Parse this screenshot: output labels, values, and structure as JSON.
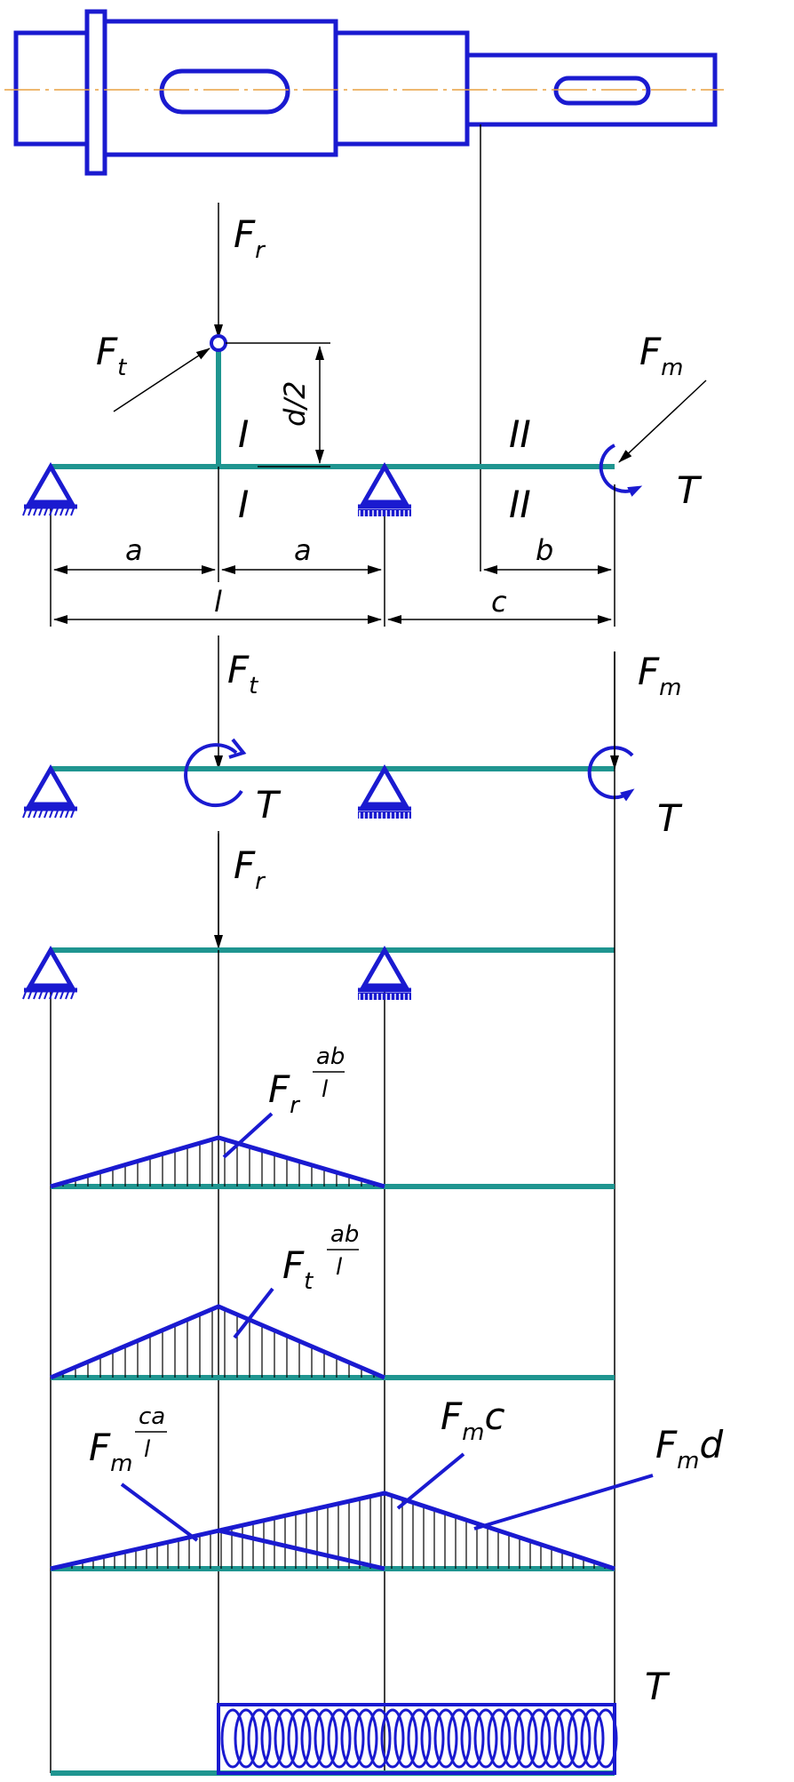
{
  "colors": {
    "outline": "#1a1ad0",
    "beam": "#1f9590",
    "dim": "#000000",
    "centerline": "#e8a040",
    "background": "#ffffff"
  },
  "labels": {
    "fr_main": "F",
    "fr_main_sub": "r",
    "ft_main": "F",
    "ft_main_sub": "t",
    "fm_main": "F",
    "fm_main_sub": "m",
    "torque_main": "T",
    "d_half": "d/2",
    "section_I_top": "I",
    "section_I_bottom": "I",
    "section_II_top": "II",
    "section_II_bottom": "II",
    "dim_a1": "a",
    "dim_a2": "a",
    "dim_b": "b",
    "dim_l": "l",
    "dim_c": "c",
    "h_ft": "F",
    "h_ft_sub": "t",
    "h_fm": "F",
    "h_fm_sub": "m",
    "h_t1": "T",
    "h_t2": "T",
    "v_fr": "F",
    "v_fr_sub": "r",
    "m1_f": "F",
    "m1_sub": "r",
    "m1_num": "ab",
    "m1_den": "l",
    "m2_f": "F",
    "m2_sub": "t",
    "m2_num": "ab",
    "m2_den": "l",
    "m3a_f": "F",
    "m3a_sub": "m",
    "m3a_num": "ca",
    "m3a_den": "l",
    "m3b_f": "F",
    "m3b_sub": "m",
    "m3b_tail": "c",
    "m3c_f": "F",
    "m3c_sub": "m",
    "m3c_tail": "d",
    "torque_diag": "T"
  }
}
